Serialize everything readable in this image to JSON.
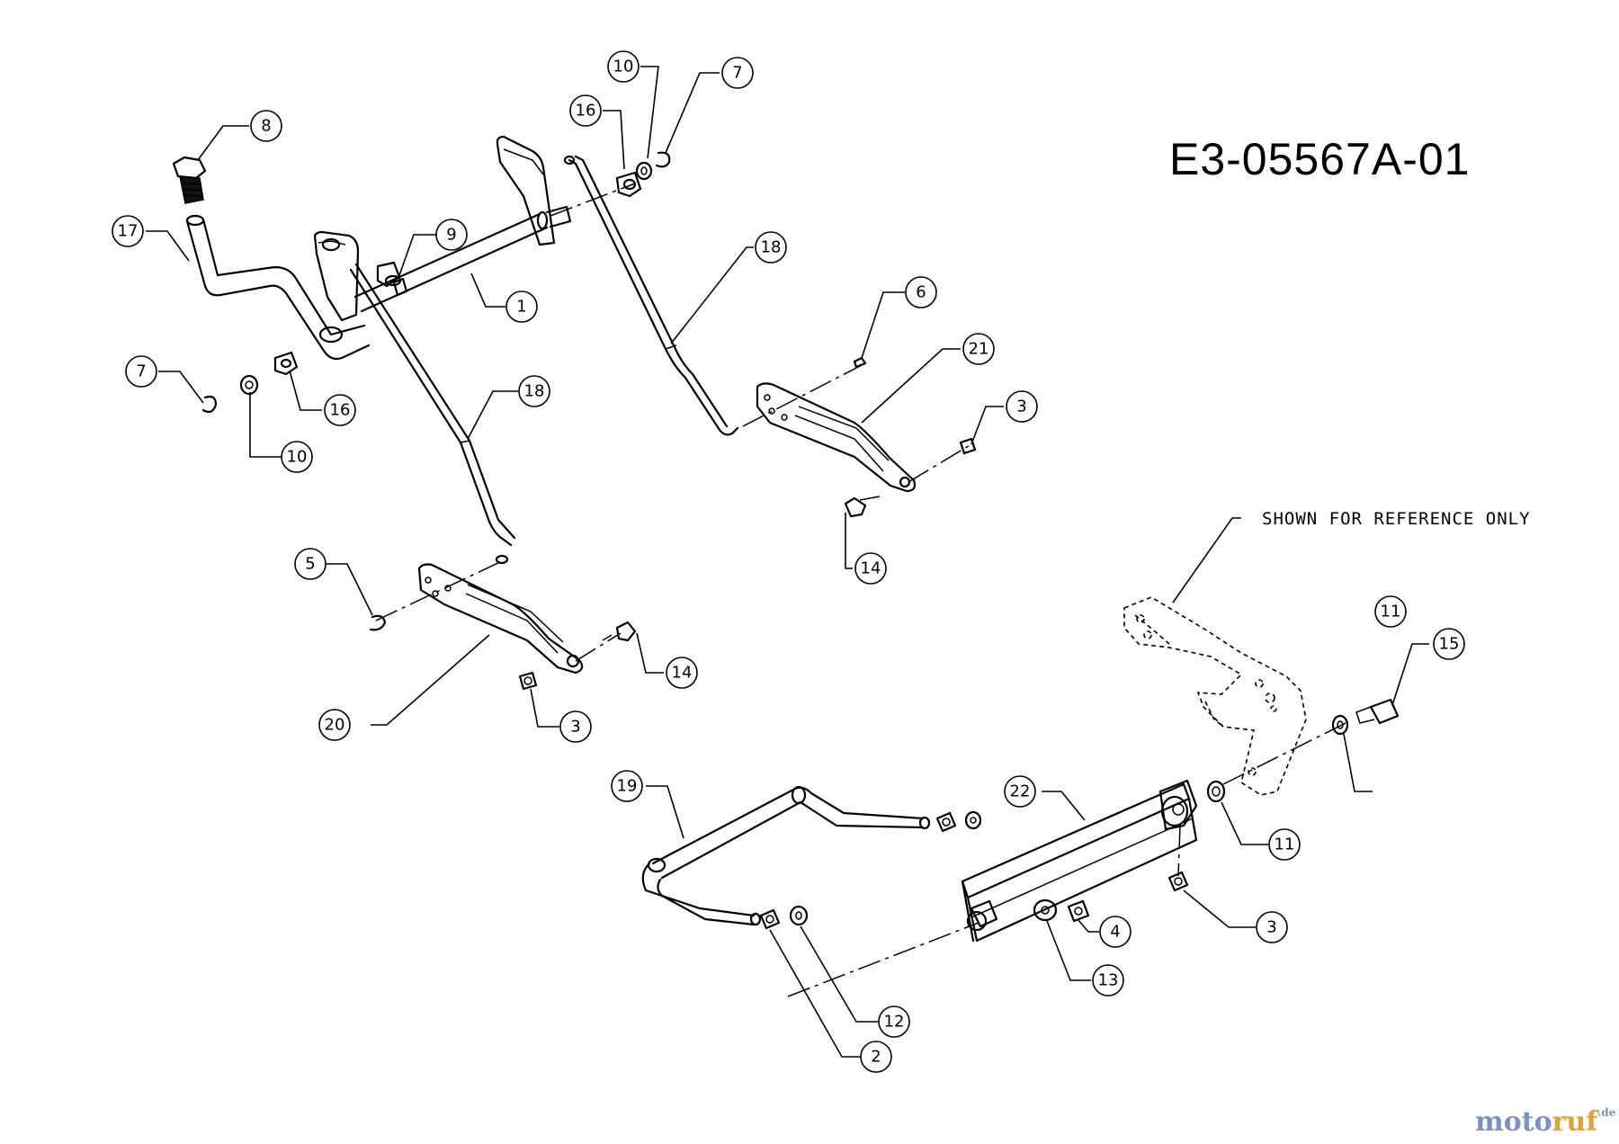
{
  "drawing_number": "E3-05567A-01",
  "reference_note": "SHOWN FOR REFERENCE ONLY",
  "watermark": {
    "part1": "moto",
    "part2": "ruf",
    "suffix": ".de"
  },
  "callouts": [
    "1",
    "2",
    "3",
    "3",
    "3",
    "4",
    "5",
    "6",
    "7",
    "7",
    "8",
    "9",
    "10",
    "10",
    "11",
    "11",
    "12",
    "13",
    "14",
    "14",
    "15",
    "16",
    "16",
    "17",
    "18",
    "18",
    "19",
    "20",
    "21",
    "22"
  ]
}
